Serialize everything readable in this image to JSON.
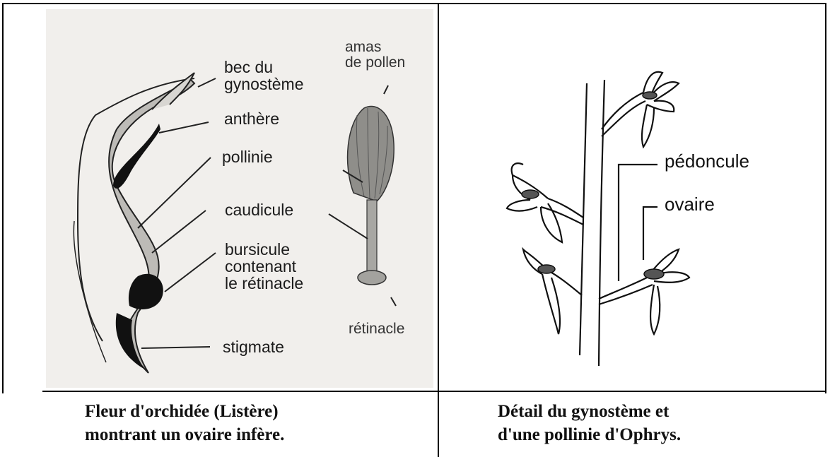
{
  "left_panel": {
    "labels": {
      "bec": "bec du\ngynostème",
      "amas": "amas\nde pollen",
      "anthere": "anthère",
      "pollinie": "pollinie",
      "caudicule": "caudicule",
      "bursicule": "bursicule\ncontenant\nle rétinacle",
      "retinacle": "rétinacle",
      "stigmate": "stigmate"
    },
    "caption_line1": "Fleur d'orchidée (Listère)",
    "caption_line2": "montrant un ovaire infère."
  },
  "right_panel": {
    "labels": {
      "pedoncule": "pédoncule",
      "ovaire": "ovaire"
    },
    "caption_line1": "Détail du gynostème et",
    "caption_line2": "d'une pollinie d'Ophrys."
  }
}
